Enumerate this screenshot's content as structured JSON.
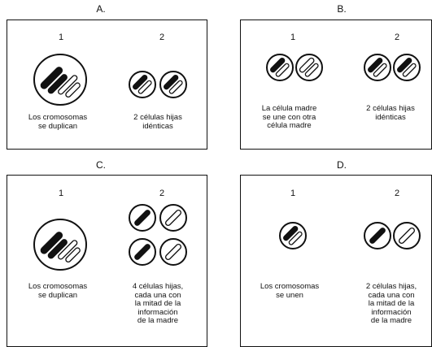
{
  "panels": {
    "A": {
      "title": "A.",
      "step1": "1",
      "step2": "2",
      "caption1": "Los cromosomas\nse duplican",
      "caption2": "2 células hijas\nidénticas"
    },
    "B": {
      "title": "B.",
      "step1": "1",
      "step2": "2",
      "caption1": "La célula madre\nse une con otra\ncélula madre",
      "caption2": "2 células hijas\nidénticas"
    },
    "C": {
      "title": "C.",
      "step1": "1",
      "step2": "2",
      "caption1": "Los cromosomas\nse duplican",
      "caption2": "4 células hijas,\ncada una con\nla mitad de la\ninformación\nde la madre"
    },
    "D": {
      "title": "D.",
      "step1": "1",
      "step2": "2",
      "caption1": "Los cromosomas\nse unen",
      "caption2": "2 células hijas,\ncada una con\nla mitad de la\ninformación\nde la madre"
    }
  }
}
